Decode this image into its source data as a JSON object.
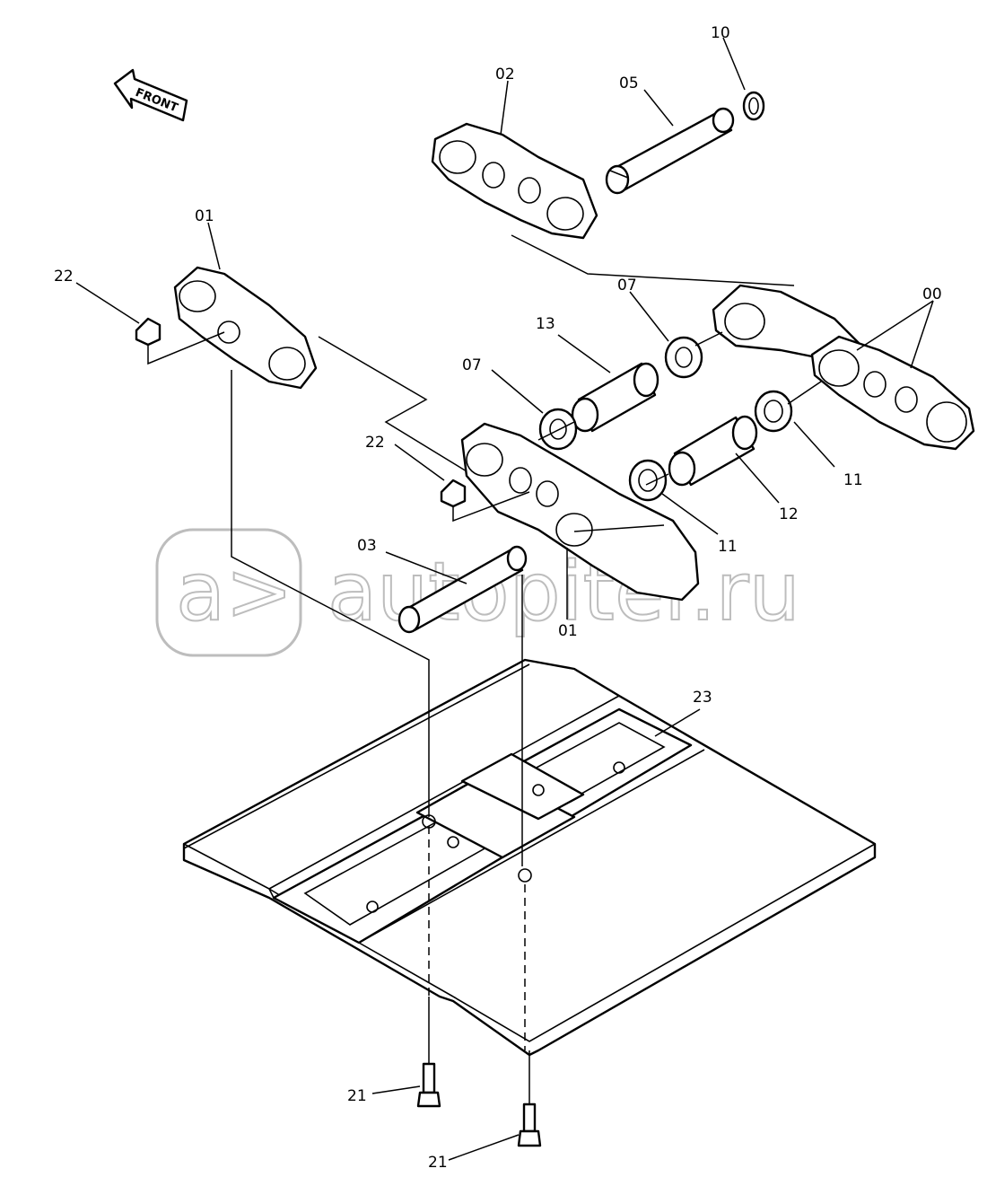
{
  "direction_arrow": {
    "text": "FRONT"
  },
  "watermark": {
    "text": "autopiter.ru",
    "logo_glyph": "a>"
  },
  "callouts": {
    "c00": "00",
    "c01_top": "01",
    "c01_bottom": "01",
    "c02": "02",
    "c03": "03",
    "c05": "05",
    "c07_top": "07",
    "c07_left": "07",
    "c10": "10",
    "c11_right": "11",
    "c11_bottom": "11",
    "c12": "12",
    "c13": "13",
    "c21_top": "21",
    "c21_bottom": "21",
    "c22_top": "22",
    "c22_mid": "22",
    "c23": "23"
  }
}
